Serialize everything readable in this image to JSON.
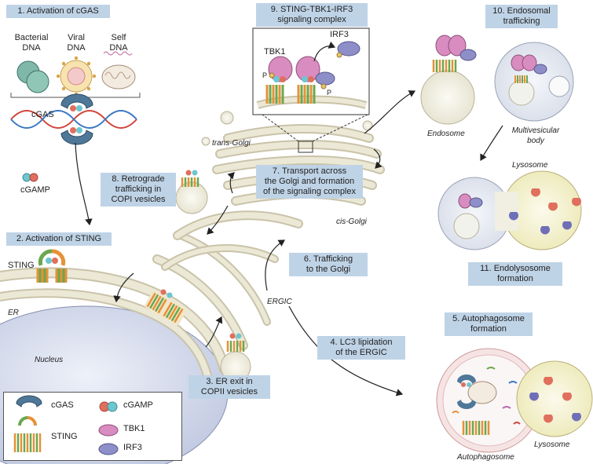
{
  "steps": {
    "s1": "1. Activation of cGAS",
    "s2": "2. Activation of STING",
    "s3_l1": "3. ER exit in",
    "s3_l2": "COPII vesicles",
    "s4_l1": "4. LC3 lipidation",
    "s4_l2": "of the ERGIC",
    "s5_l1": "5. Autophagosome",
    "s5_l2": "formation",
    "s6_l1": "6. Trafficking",
    "s6_l2": "to the Golgi",
    "s7_l1": "7. Transport across",
    "s7_l2": "the Golgi and formation",
    "s7_l3": "of the signaling complex",
    "s8_l1": "8. Retrograde",
    "s8_l2": "trafficking in",
    "s8_l3": "COPI vesicles",
    "s9_l1": "9. STING-TBK1-IRF3",
    "s9_l2": "signaling complex",
    "s10_l1": "10. Endosomal",
    "s10_l2": "trafficking",
    "s11_l1": "11. Endolysosome",
    "s11_l2": "formation"
  },
  "labels": {
    "bacterial_1": "Bacterial",
    "bacterial_2": "DNA",
    "viral_1": "Viral",
    "viral_2": "DNA",
    "self_1": "Self",
    "self_2": "DNA",
    "cgas": "cGAS",
    "cgamp": "cGAMP",
    "sting": "STING",
    "er": "ER",
    "nucleus": "Nucleus",
    "ergic": "ERGIC",
    "trans_golgi": "trans-Golgi",
    "cis_golgi": "cis-Golgi",
    "tbk1": "TBK1",
    "irf3": "IRF3",
    "p1": "P",
    "p2": "P",
    "endosome": "Endosome",
    "mvb_1": "Multivesicular",
    "mvb_2": "body",
    "lysosome_top": "Lysosome",
    "autophagosome": "Autophagosome",
    "lysosome_bottom": "Lysosome"
  },
  "legend": {
    "cgas": "cGAS",
    "cgamp": "cGAMP",
    "sting": "STING",
    "tbk1": "TBK1",
    "irf3": "IRF3"
  },
  "colors": {
    "label_bg": "#bfd3e6",
    "cgas": "#4f7898",
    "sting_green": "#6aa84f",
    "sting_orange": "#e69138",
    "tbk1": "#d98cc0",
    "irf3": "#8e8ec8",
    "membrane": "#ded9c3",
    "nucleus": "#dce1f0",
    "lysosome": "#f3f0c8"
  },
  "icons": [
    "cgas-icon",
    "cgamp-icon",
    "sting-icon",
    "tbk1-icon",
    "irf3-icon",
    "dna-helix-icon",
    "arrow-icon"
  ]
}
